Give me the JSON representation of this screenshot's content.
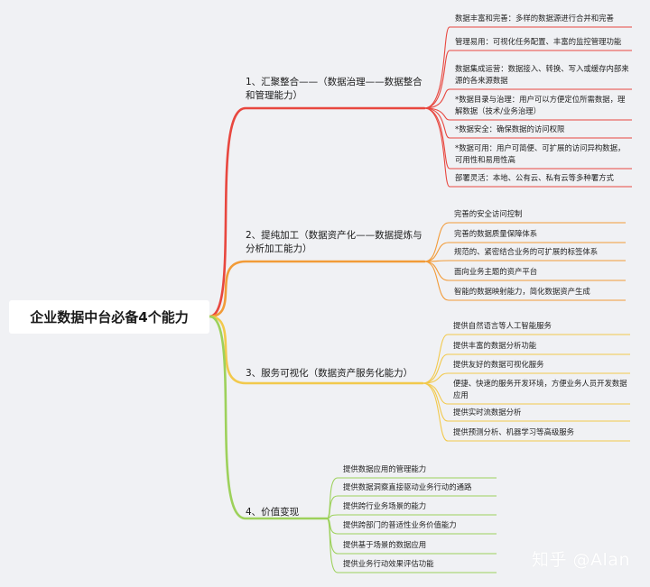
{
  "root": {
    "label": "企业数据中台必备4个能力"
  },
  "branches": [
    {
      "label": "1、汇聚整合——（数据治理——数据整合和管理能力）",
      "color": "#e8473f",
      "leaves": [
        "数据丰富和完善：多样的数据源进行合并和完善",
        "管理易用：可视化任务配置、丰富的监控管理功能",
        "数据集成运营：数据接入、转换、写入或缓存内部来源的各来源数据",
        "*数据目录与治理：用户可以方便定位所需数据，理解数据（技术/业务治理）",
        "*数据安全：确保数据的访问权限",
        "*数据可用：用户可简便、可扩展的访问异构数据，可用性和易用性高",
        "部署灵活：本地、公有云、私有云等多种署方式"
      ]
    },
    {
      "label": "2、提纯加工（数据资产化——数据提炼与分析加工能力）",
      "color": "#f29b38",
      "leaves": [
        "完善的安全访问控制",
        "完善的数据质量保障体系",
        "规范的、紧密结合业务的可扩展的标签体系",
        "面向业务主题的资产平台",
        "智能的数据映射能力，简化数据资产生成"
      ]
    },
    {
      "label": "3、服务可视化（数据资产服务化能力）",
      "color": "#f2c94c",
      "leaves": [
        "提供自然语言等人工智能服务",
        "提供丰富的数据分析功能",
        "提供友好的数据可视化服务",
        "便捷、快速的服务开发环境，方便业务人员开发数据应用",
        "提供实时流数据分析",
        "提供预测分析、机器学习等高级服务"
      ]
    },
    {
      "label": "4、价值变现",
      "color": "#9dd15b",
      "leaves": [
        "提供数据应用的管理能力",
        "提供数据洞察直接驱动业务行动的通路",
        "提供跨行业务场景的能力",
        "提供跨部门的普适性业务价值能力",
        "提供基于场景的数据应用",
        "提供业务行动效果评估功能"
      ]
    }
  ],
  "watermark": "知乎 @Alan"
}
